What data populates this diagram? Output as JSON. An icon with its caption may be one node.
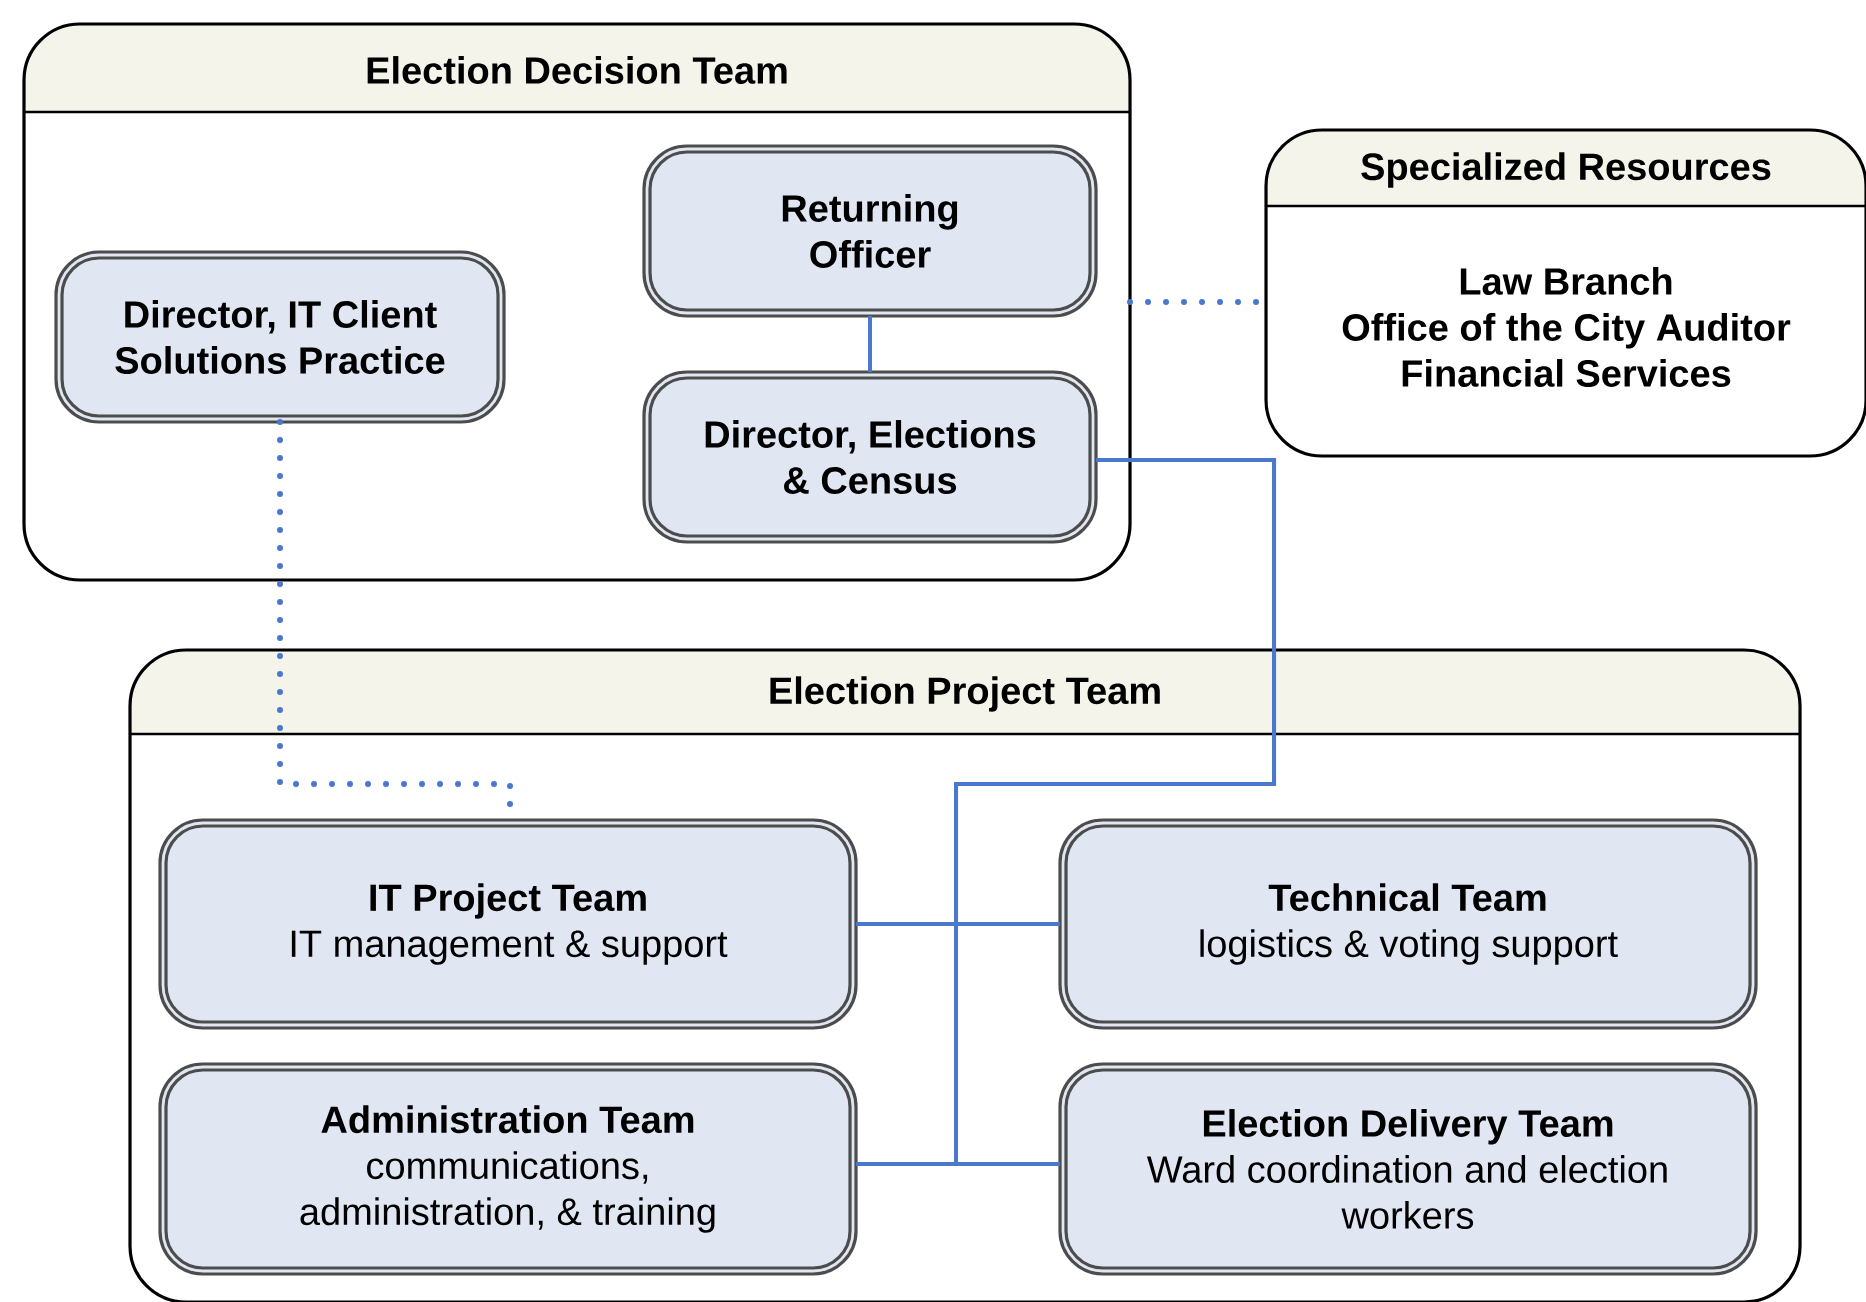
{
  "diagram": {
    "nodes": [
      {
        "text": [
          "Election Decision Team"
        ]
      },
      {
        "text": [
          "Director, IT Client Solutions Practice"
        ],
        "in": 0
      },
      {
        "text": [
          "Returning Officer"
        ],
        "in": 0
      },
      {
        "text": [
          "Director, Elections & Census"
        ],
        "in": 0
      },
      {
        "text": [
          "Specialized Resources",
          "Law Branch",
          "Office of the City Auditor",
          "Financial Services"
        ]
      },
      {
        "text": [
          "Election Project Team"
        ]
      },
      {
        "text": [
          "IT Project Team",
          "IT management & support"
        ],
        "in": 5
      },
      {
        "text": [
          "Technical Team",
          "logistics & voting support"
        ],
        "in": 5
      },
      {
        "text": [
          "Administration Team",
          "communications, administration, & training"
        ],
        "in": 5
      },
      {
        "text": [
          "Election Delivery Team",
          "Ward coordination and election workers"
        ],
        "in": 5
      }
    ],
    "edges": [
      {
        "from": 2,
        "to": 3,
        "arrow": "none"
      },
      {
        "from": 1,
        "to": 6,
        "arrow": "none",
        "style": "dashed"
      },
      {
        "from": 0,
        "to": 4,
        "arrow": "none",
        "style": "dashed"
      },
      {
        "from": 3,
        "to": 6,
        "arrow": "none"
      },
      {
        "from": 3,
        "to": 7,
        "arrow": "none"
      },
      {
        "from": 3,
        "to": 8,
        "arrow": "none"
      },
      {
        "from": 3,
        "to": 9,
        "arrow": "none"
      }
    ]
  }
}
